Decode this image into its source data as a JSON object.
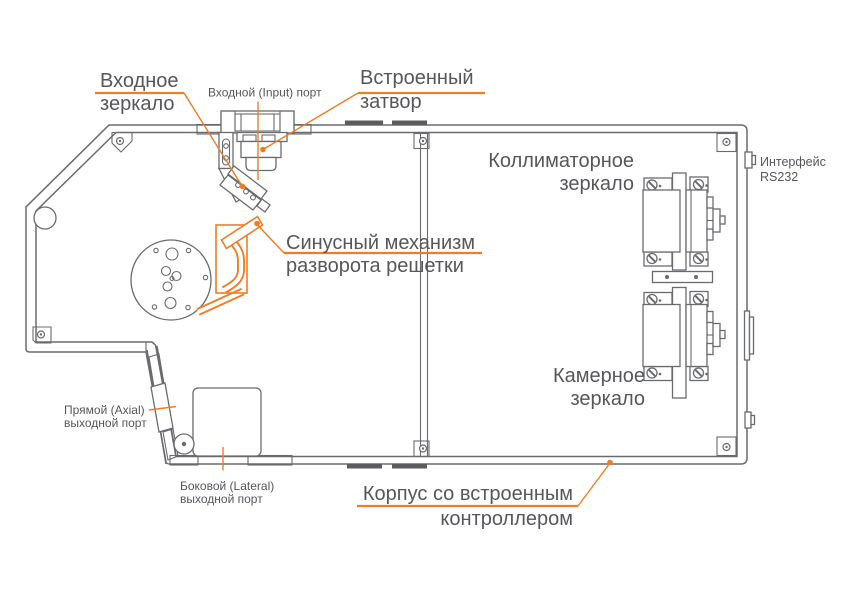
{
  "figure": {
    "kind": "spectrograph-internal-layout-diagram"
  },
  "colors": {
    "line_gray": "#6a6b6e",
    "text_gray": "#56575a",
    "accent_orange": "#ee7d26",
    "background": "#ffffff"
  },
  "labels": {
    "input_mirror": {
      "line1": "Входное",
      "line2": "зеркало"
    },
    "input_port": {
      "text": "Входной (Input) порт"
    },
    "shutter": {
      "line1": "Встроенный",
      "line2": "затвор"
    },
    "collimating_mirror": {
      "line1": "Коллиматорное",
      "line2": "зеркало"
    },
    "rs232": {
      "line1": "Интерфейс",
      "line2": "RS232"
    },
    "sine_mechanism": {
      "line1": "Синусный механизм",
      "line2": "разворота решетки"
    },
    "camera_mirror": {
      "line1": "Камерное",
      "line2": "зеркало"
    },
    "axial_port": {
      "line1": "Прямой (Axial)",
      "line2": "выходной порт"
    },
    "lateral_port": {
      "line1": "Боковой (Lateral)",
      "line2": "выходной порт"
    },
    "housing": {
      "line1": "Корпус со встроенным",
      "line2": "контроллером"
    }
  }
}
